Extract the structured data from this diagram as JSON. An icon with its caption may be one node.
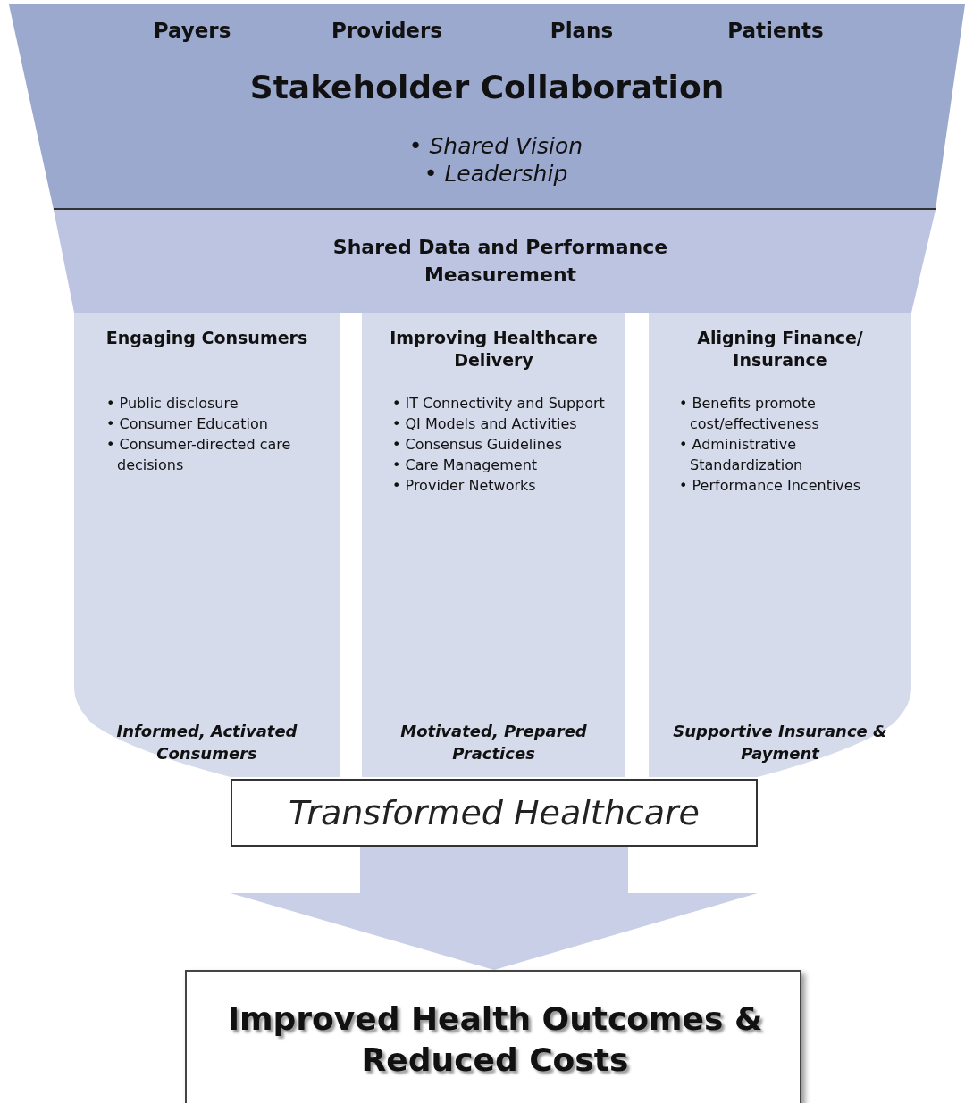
{
  "diagram": {
    "nodes": [
      {
        "text": [
          "Payers",
          "Providers",
          "Plans",
          "Patients",
          "Stakeholder Collaboration",
          "• Shared Vision",
          "• Leadership"
        ]
      },
      {
        "text": [
          "Shared Data and Performance Measurement"
        ]
      },
      {
        "text": [
          "Engaging Consumers",
          "• Public disclosure",
          "• Consumer Education",
          "• Consumer-directed care decisions",
          "Informed, Activated Consumers"
        ]
      },
      {
        "text": [
          "Improving Healthcare Delivery",
          "• IT Connectivity and Support",
          "• QI Models and Activities",
          "• Consensus Guidelines",
          "• Care Management",
          "• Provider Networks",
          "Motivated, Prepared Practices"
        ]
      },
      {
        "text": [
          "Aligning Finance/ Insurance",
          "• Benefits promote cost/effectiveness",
          "• Administrative Standardization",
          "• Performance Incentives",
          "Supportive Insurance & Payment"
        ]
      },
      {
        "text": [
          "Transformed Healthcare"
        ]
      },
      {
        "text": [
          "Improved Health Outcomes & Reduced Costs"
        ]
      }
    ],
    "edges": [
      {
        "from": 5,
        "to": 6,
        "arrow": "to"
      }
    ]
  }
}
